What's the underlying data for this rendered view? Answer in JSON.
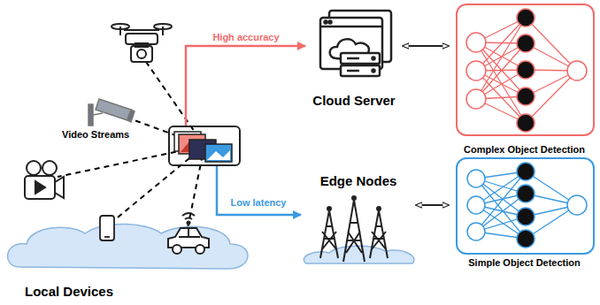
{
  "diagram": {
    "nodes": [
      {
        "text": [
          "Local Devices"
        ]
      },
      {
        "text": [
          "Cloud Server"
        ]
      },
      {
        "text": [
          "Complex Object Detection"
        ]
      },
      {
        "text": [
          "Edge Nodes"
        ]
      },
      {
        "text": [
          "Simple Object Detection"
        ]
      }
    ],
    "edges": [
      {
        "from": 0,
        "to": 1,
        "arrow": "to",
        "label": "High accuracy"
      },
      {
        "from": 0,
        "to": 3,
        "arrow": "to",
        "label": "Low latency"
      },
      {
        "from": 1,
        "to": 2,
        "arrow": "both"
      },
      {
        "from": 3,
        "to": 4,
        "arrow": "both"
      }
    ],
    "labels": [
      "Video Streams"
    ]
  }
}
